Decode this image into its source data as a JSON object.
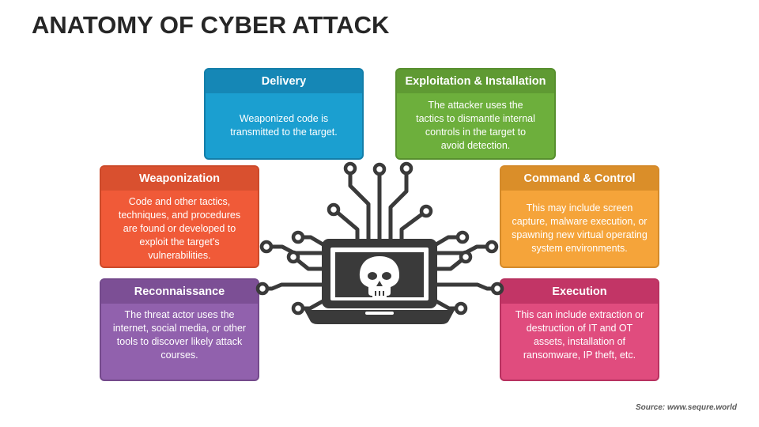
{
  "title": "ANATOMY OF CYBER ATTACK",
  "source": "Source: www.sequre.world",
  "cards": {
    "delivery": {
      "title": "Delivery",
      "text": "Weaponized code is transmitted to the target.",
      "head_color": "#1587B6",
      "body_color": "#1B9FD0",
      "border": "#137EA9"
    },
    "exploitation": {
      "title": "Exploitation & Installation",
      "text": "The attacker uses the tactics to dismantle internal controls in the target to avoid detection.",
      "head_color": "#5F9A33",
      "body_color": "#6DAF3C",
      "border": "#578F2E"
    },
    "weaponization": {
      "title": "Weaponization",
      "text": "Code and other tactics, techniques, and procedures are found or developed to exploit the target’s vulnerabilities.",
      "head_color": "#D9502F",
      "body_color": "#F05A38",
      "border": "#CC4A2A"
    },
    "command": {
      "title": "Command & Control",
      "text": "This may include screen capture, malware execution, or spawning new virtual operating system environments.",
      "head_color": "#DA8E29",
      "body_color": "#F5A43A",
      "border": "#D48A2A"
    },
    "reconnaissance": {
      "title": "Reconnaissance",
      "text": "The threat actor uses the internet, social media, or other tools to discover likely attack courses.",
      "head_color": "#7C4F95",
      "body_color": "#9161AD",
      "border": "#744A8C"
    },
    "execution": {
      "title": "Execution",
      "text": "This can include extraction or destruction of IT and OT assets, installation of ransomware, IP theft, etc.",
      "head_color": "#C23566",
      "body_color": "#E04C7E",
      "border": "#B83260"
    }
  },
  "icon": "laptop-skull-circuit-icon",
  "icon_color": "#3A3A3A"
}
